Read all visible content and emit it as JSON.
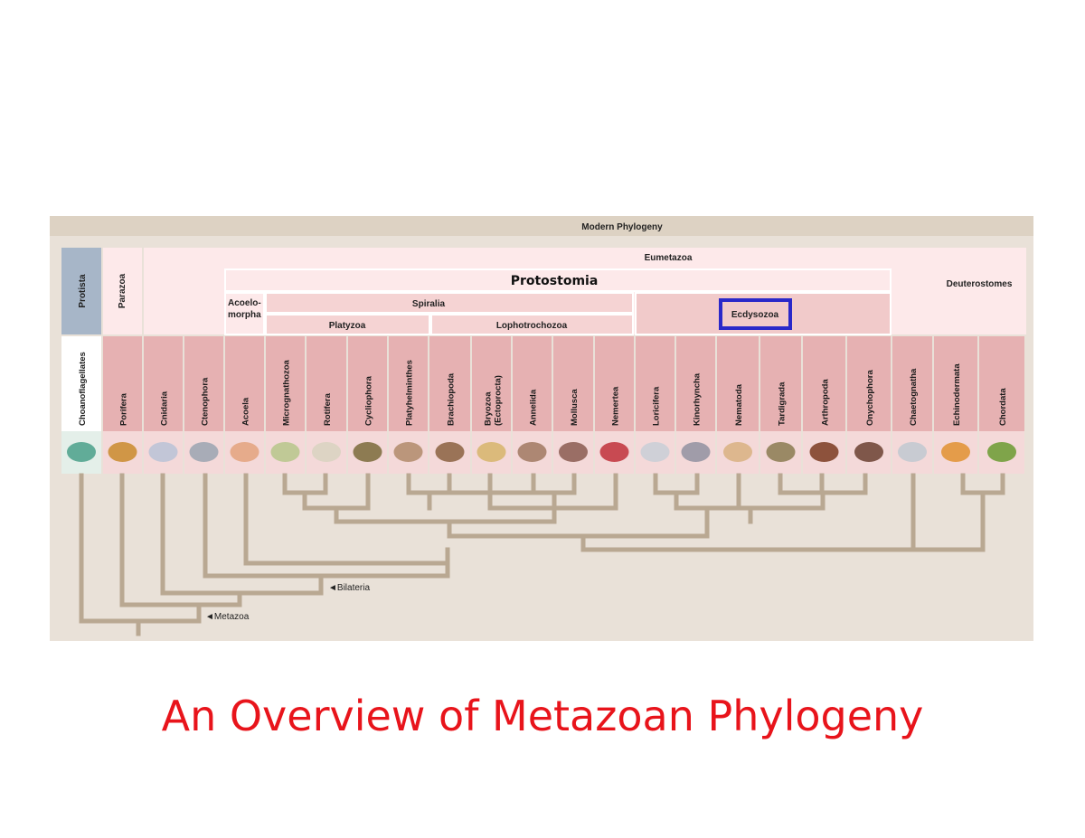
{
  "figure": {
    "header": "Modern Phylogeny",
    "protista_label": "Protista",
    "parazoa_label": "Parazoa",
    "eumetazoa_label": "Eumetazoa",
    "protostomia_label": "Protostomia",
    "deuterostomes_label": "Deuterostomes",
    "acoelomorpha_label_line1": "Acoelo-",
    "acoelomorpha_label_line2": "morpha",
    "spiralia_label": "Spiralia",
    "platyzoa_label": "Platyzoa",
    "lophotrochozoa_label": "Lophotrochozoa",
    "ecdysozoa_label": "Ecdysozoa",
    "taxa": [
      "Choanoflagellates",
      "Porifera",
      "Cnidaria",
      "Ctenophora",
      "Acoela",
      "Micrognathozoa",
      "Rotifera",
      "Cycliophora",
      "Platyhelminthes",
      "Brachiopoda",
      "Bryozoa",
      "Annelida",
      "Mollusca",
      "Nemertea",
      "Loricifera",
      "Kinorhyncha",
      "Nematoda",
      "Tardigrada",
      "Arthropoda",
      "Onychophora",
      "Chaetognatha",
      "Echinodermata",
      "Chordata"
    ],
    "bryozoa_sublabel": "(Ectoprocta)",
    "bilateria_label": "◄Bilateria",
    "metazoa_label": "◄Metazoa"
  },
  "caption": "An Overview of Metazoan Phylogeny",
  "colors": {
    "caption": "#e8141b",
    "header_band": "#ddd2c3",
    "panel_bg": "#e9e1d8",
    "light_pink": "#fde9ea",
    "mid_pink": "#f1caca",
    "taxa_pink": "#e6b1b2",
    "protista_blue": "#a7b6c8",
    "branch": "#b9a892",
    "ecdysozoa_box": "#2a28c9"
  }
}
